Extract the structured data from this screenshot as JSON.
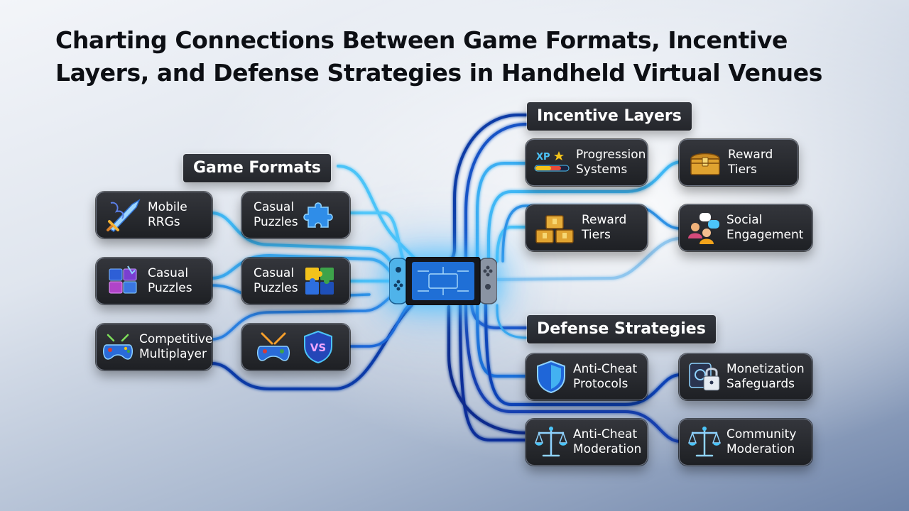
{
  "title_line1": "Charting Connections Between Game Formats, Incentive",
  "title_line2": "Layers, and Defense Strategies in Handheld Virtual Venues",
  "sections": {
    "game_formats": "Game Formats",
    "incentive_layers": "Incentive Layers",
    "defense_strategies": "Defense Strategies"
  },
  "game_formats": {
    "mobile_rpgs": [
      "Mobile",
      "RRGs"
    ],
    "casual_puzzles_left": [
      "Casual",
      "Puzzles"
    ],
    "competitive_multiplayer": [
      "Competitive",
      "Multiplayer"
    ],
    "casual_puzzles_top": [
      "Casual",
      "Puzzles"
    ],
    "casual_puzzles_mid": [
      "Casual",
      "Puzzles"
    ]
  },
  "incentives": {
    "progression": [
      "Progression",
      "Systems"
    ],
    "reward_tiers_top": [
      "Reward",
      "Tiers"
    ],
    "reward_tiers_mid": [
      "Reward",
      "Tiers"
    ],
    "social": [
      "Social",
      "Engagement"
    ],
    "xp_label": "XP"
  },
  "defense": {
    "anticheat_protocols": [
      "Anti-Cheat",
      "Protocols"
    ],
    "monetization": [
      "Monetization",
      "Safeguards"
    ],
    "anticheat_moderation": [
      "Anti-Cheat",
      "Moderation"
    ],
    "community_moderation": [
      "Community",
      "Moderation"
    ]
  },
  "vs_label": "VS",
  "colors": {
    "wire_light": "#3fb8f5",
    "wire_mid": "#1e6fd8",
    "wire_dark": "#0b2f99",
    "node_bg": "#2a2c31",
    "console_left": "#4fb3ea",
    "console_right": "#8a94a3"
  },
  "icons": {
    "mobile_rpgs": "sword-icon",
    "casual_puzzles_top": "puzzle-piece-icon",
    "casual_puzzles_left": "puzzle-grid-icon",
    "casual_puzzles_mid": "puzzle-pieces-icon",
    "competitive_multiplayer": "gamepad-icon",
    "versus": "versus-shield-icon",
    "progression": "xp-bar-icon",
    "reward_tiers": "treasure-chest-icon",
    "social": "chat-people-icon",
    "anticheat_protocols": "shield-icon",
    "monetization": "padlock-icon",
    "moderation": "scales-icon"
  }
}
